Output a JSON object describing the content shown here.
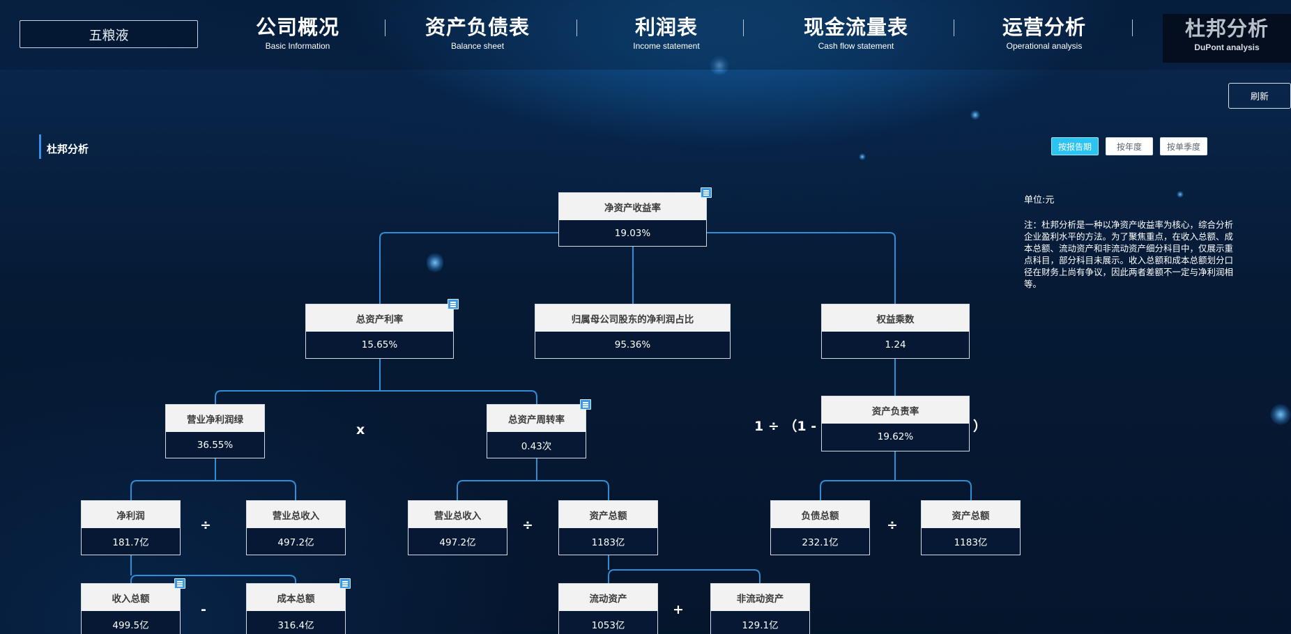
{
  "company": "五粮液",
  "nav": [
    {
      "zh": "公司概况",
      "en": "Basic Information"
    },
    {
      "zh": "资产负债表",
      "en": "Balance sheet"
    },
    {
      "zh": "利润表",
      "en": "Income statement"
    },
    {
      "zh": "现金流量表",
      "en": "Cash flow statement"
    },
    {
      "zh": "运营分析",
      "en": "Operational analysis"
    },
    {
      "zh": "杜邦分析",
      "en": "DuPont analysis"
    }
  ],
  "refresh_label": "刷新",
  "section_title": "杜邦分析",
  "period": {
    "report": "按报告期",
    "year": "按年度",
    "quarter": "按单季度"
  },
  "unit": "单位:元",
  "note": "注：杜邦分析是一种以净资产收益率为核心，综合分析企业盈利水平的方法。为了聚焦重点，在收入总额、成本总额、流动资产和非流动资产细分科目中，仅展示重点科目，部分科目未展示。收入总额和成本总额划分口径在财务上尚有争议，因此两者差额不一定与净利润相等。",
  "nodes": {
    "roe": {
      "label": "净资产收益率",
      "value": "19.03%"
    },
    "roa": {
      "label": "总资产利率",
      "value": "15.65%"
    },
    "parent_ratio": {
      "label": "归属母公司股东的净利润占比",
      "value": "95.36%"
    },
    "equity_mult": {
      "label": "权益乘数",
      "value": "1.24"
    },
    "net_margin": {
      "label": "营业净利润绿",
      "value": "36.55%"
    },
    "turnover": {
      "label": "总资产周转率",
      "value": "0.43次"
    },
    "debt_ratio": {
      "label": "资产负责率",
      "value": "19.62%"
    },
    "net_profit": {
      "label": "净利润",
      "value": "181.7亿"
    },
    "revenue_a": {
      "label": "营业总收入",
      "value": "497.2亿"
    },
    "revenue_b": {
      "label": "营业总收入",
      "value": "497.2亿"
    },
    "assets_a": {
      "label": "资产总额",
      "value": "1183亿"
    },
    "liabilities": {
      "label": "负债总额",
      "value": "232.1亿"
    },
    "assets_b": {
      "label": "资产总额",
      "value": "1183亿"
    },
    "total_income": {
      "label": "收入总额",
      "value": "499.5亿"
    },
    "total_cost": {
      "label": "成本总额",
      "value": "316.4亿"
    },
    "current_assets": {
      "label": "流动资产",
      "value": "1053亿"
    },
    "noncurrent_assets": {
      "label": "非流动资产",
      "value": "129.1亿"
    }
  },
  "operators": {
    "times": "x",
    "div": "÷",
    "minus": "-",
    "plus": "+",
    "formula_left": "1 ÷ （1 -",
    "formula_right": "）"
  },
  "colors": {
    "line": "#2e8fd6",
    "accent": "#2bc3f0"
  }
}
